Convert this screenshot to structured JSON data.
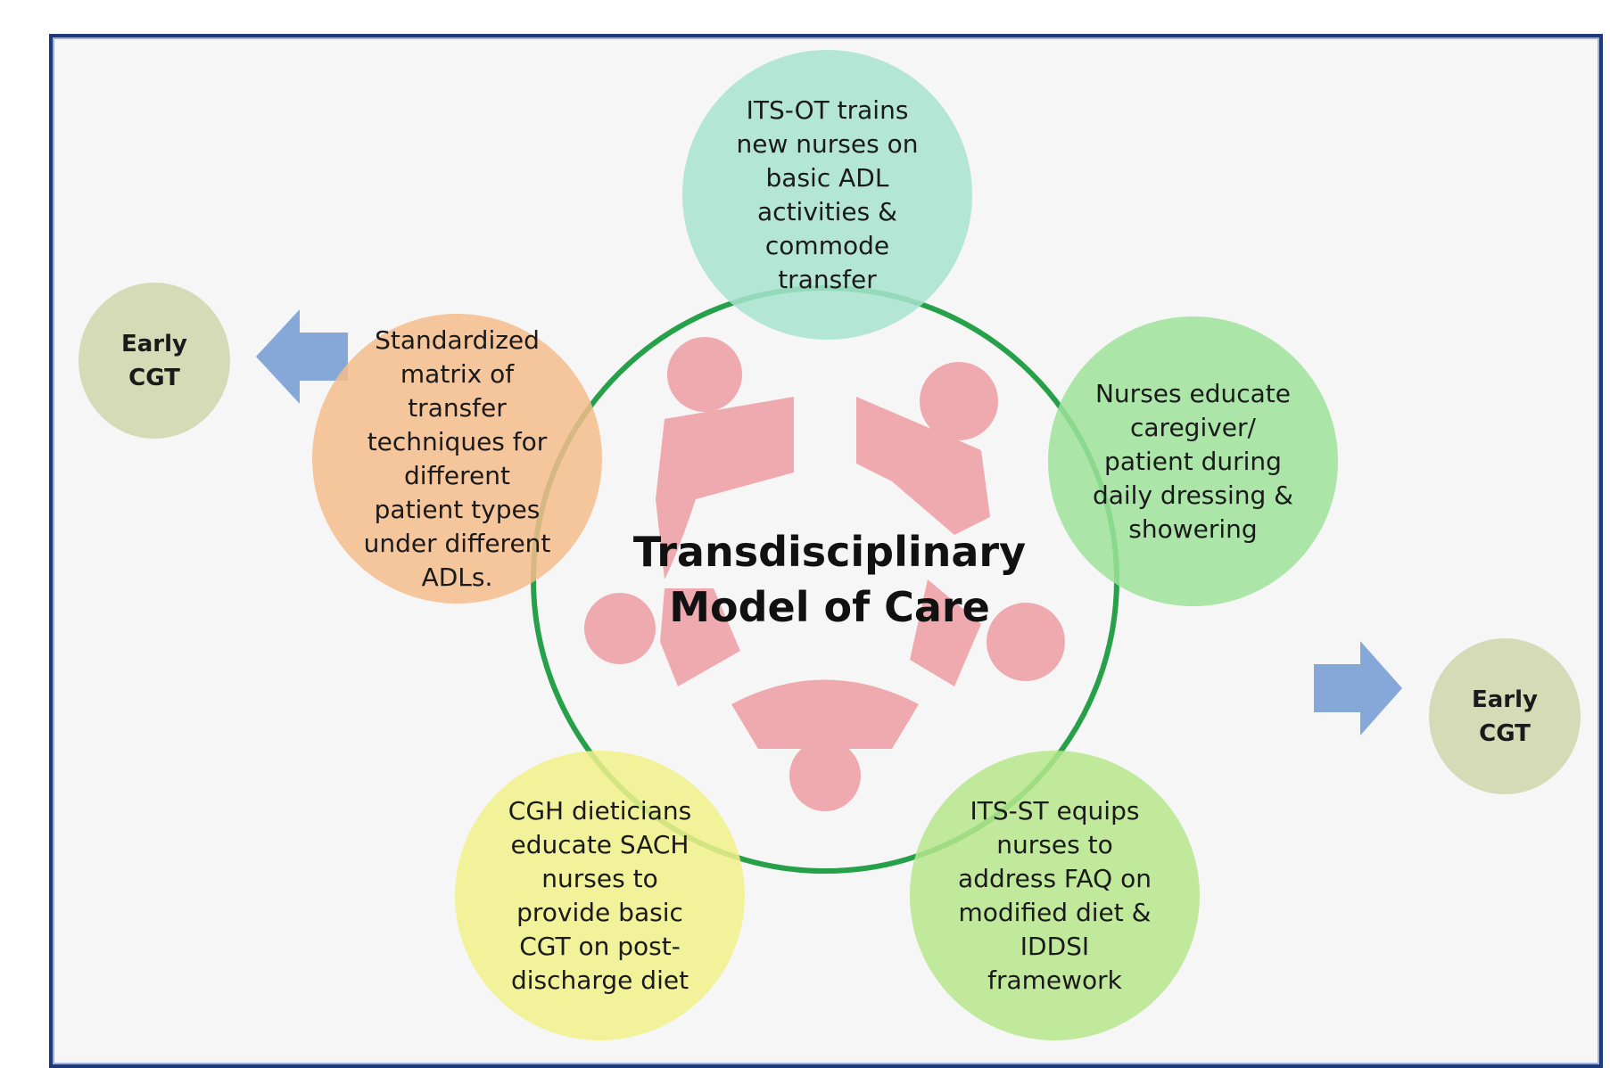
{
  "center": {
    "title": "Transdisciplinary\nModel of Care"
  },
  "nodes": {
    "top": {
      "text": "ITS-OT trains\nnew nurses on\nbasic ADL\nactivities &\ncommode\ntransfer"
    },
    "left": {
      "text": "Standardized\nmatrix of\ntransfer\ntechniques for\ndifferent\npatient types\nunder different\nADLs."
    },
    "right": {
      "text": "Nurses educate\ncaregiver/\npatient during\ndaily dressing &\nshowering"
    },
    "bottom_left": {
      "text": "CGH dieticians\neducate SACH\nnurses to\nprovide basic\nCGT on post-\ndischarge diet"
    },
    "bottom_right": {
      "text": "ITS-ST equips\nnurses to\naddress FAQ on\nmodified diet &\nIDDSI\nframework"
    }
  },
  "outcomes": {
    "left": {
      "text": "Early\nCGT"
    },
    "right": {
      "text": "Early\nCGT"
    }
  },
  "colors": {
    "top": "#a8e3cf",
    "left": "#f5bc8c",
    "right": "#9ee39a",
    "bottom_left": "#f1f18a",
    "bottom_right": "#b6e68c",
    "outcome": "#d5dbb7",
    "ring": "#27a04a",
    "people": "#efaaaf",
    "arrow": "#86a8d8"
  }
}
